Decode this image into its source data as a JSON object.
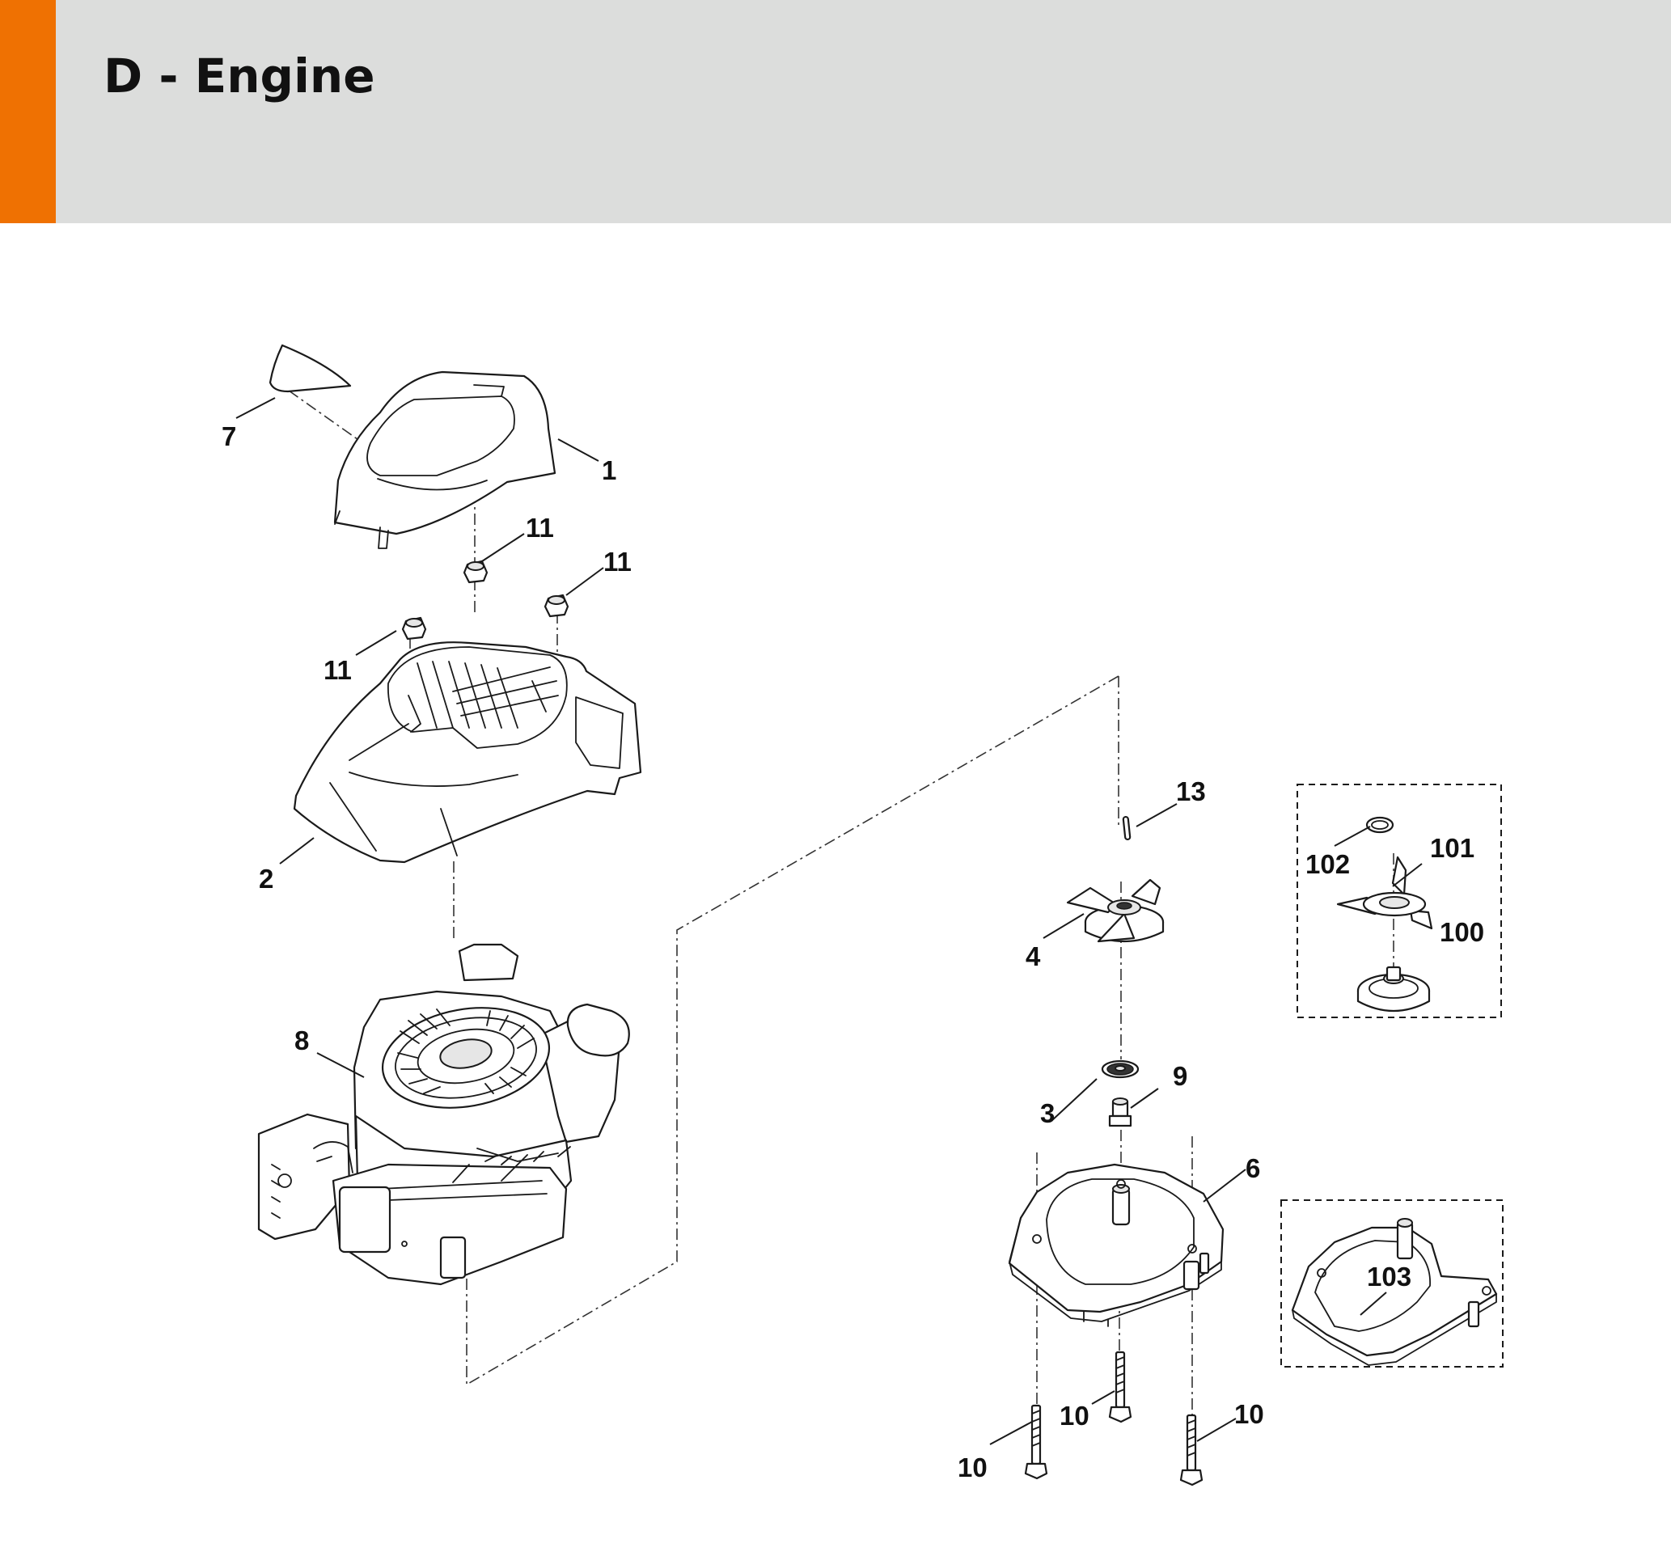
{
  "header": {
    "title": "D - Engine",
    "accent_color": "#ef7102",
    "background_color": "#dcdddc"
  },
  "callouts": {
    "engine_cover": "1",
    "engine_shroud": "2",
    "blade_washer": "3",
    "blade_adapter": "4",
    "deflector_plate": "6",
    "decal": "7",
    "engine": "8",
    "blade_screw": "9",
    "screw_front_left": "10",
    "screw_center": "10",
    "screw_right": "10",
    "nut_top": "11",
    "nut_right": "11",
    "nut_left": "11",
    "key": "13",
    "alt_pulley": "100",
    "alt_fan": "101",
    "alt_circlip": "102",
    "alt_plate": "103"
  }
}
